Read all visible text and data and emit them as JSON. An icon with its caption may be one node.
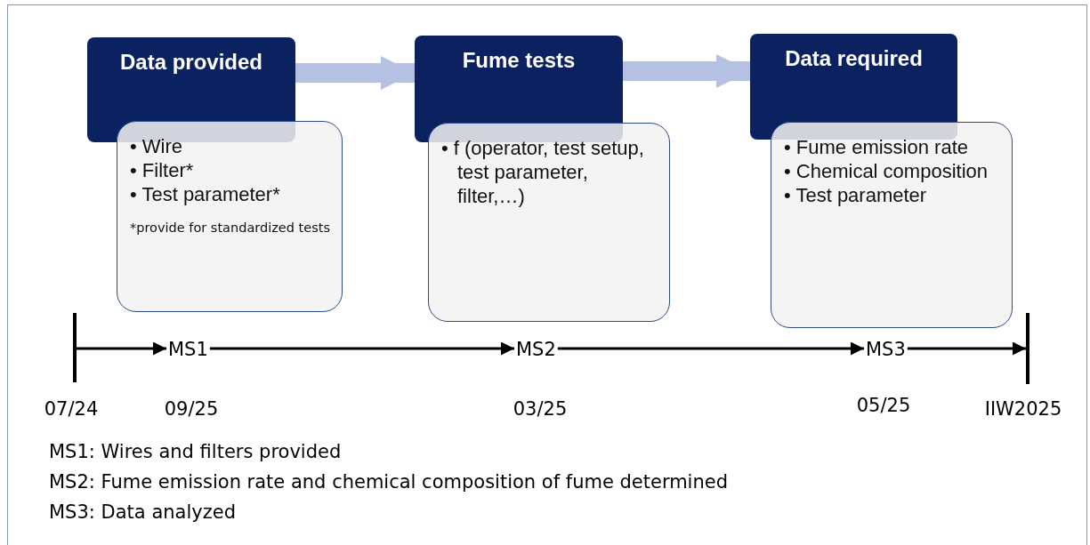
{
  "diagram": {
    "nodes": [
      {
        "text": [
          "Data provided"
        ]
      },
      {
        "text": [
          "• Wire",
          "• Filter*",
          "• Test parameter*",
          "*provide for standardized tests"
        ]
      },
      {
        "text": [
          "Fume tests"
        ]
      },
      {
        "text": [
          "• f (operator, test setup, test parameter, filter,…)"
        ]
      },
      {
        "text": [
          "Data required"
        ]
      },
      {
        "text": [
          "• Fume emission rate",
          "• Chemical composition",
          "• Test parameter"
        ]
      },
      {
        "text": [],
        "shape": "bar",
        "beside": [
          "07/24"
        ]
      },
      {
        "text": [
          "MS1"
        ],
        "beside": [
          "09/25"
        ]
      },
      {
        "text": [
          "MS2"
        ],
        "beside": [
          "03/25"
        ]
      },
      {
        "text": [
          "MS3"
        ],
        "beside": [
          "05/25"
        ]
      },
      {
        "text": [],
        "shape": "bar",
        "beside": [
          "IIW2025"
        ]
      }
    ],
    "edges": [
      {
        "from": 0,
        "to": 2,
        "arrow": "to",
        "style": "thick",
        "color": "#b4c1e2"
      },
      {
        "from": 2,
        "to": 4,
        "arrow": "to",
        "style": "thick",
        "color": "#b4c1e2"
      },
      {
        "from": 6,
        "to": 7,
        "arrow": "to"
      },
      {
        "from": 7,
        "to": 8,
        "arrow": "to"
      },
      {
        "from": 8,
        "to": 9,
        "arrow": "to"
      },
      {
        "from": 9,
        "to": 10,
        "arrow": "to"
      }
    ],
    "labels": [
      "MS1: Wires and filters provided",
      "MS2: Fume emission rate and chemical composition of fume determined",
      "MS3: Data analyzed"
    ]
  }
}
